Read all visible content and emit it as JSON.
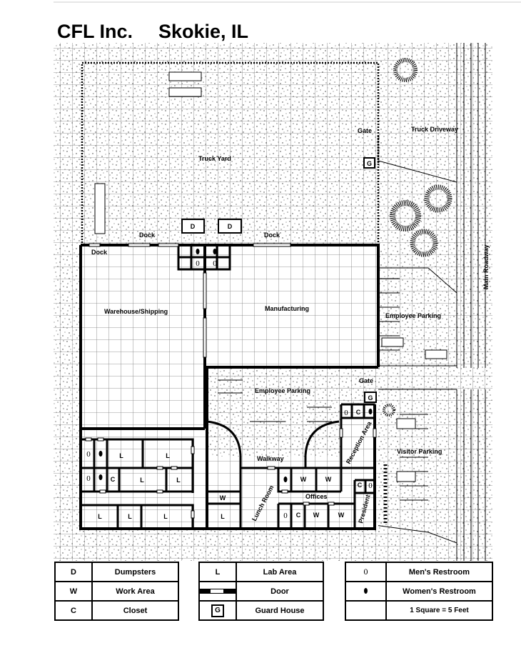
{
  "title": {
    "company": "CFL Inc.",
    "location": "Skokie, IL"
  },
  "map": {
    "truck_yard": "Truck Yard",
    "truck_driveway": "Truck Driveway",
    "gate": "Gate",
    "dock": "Dock",
    "warehouse": "Warehouse/Shipping",
    "manufacturing": "Manufacturing",
    "employee_parking": "Employee Parking",
    "main_roadway": "Main Roadway",
    "visitor_parking": "Visitor Parking",
    "walkway": "Walkway",
    "lunch_room": "Lunch Room",
    "offices": "Offices",
    "reception": "Reception Area",
    "president": "President"
  },
  "symbols": {
    "dumpster": "D",
    "work": "W",
    "closet": "C",
    "lab": "L",
    "guard": "G",
    "men": "0"
  },
  "legend": {
    "dumpsters": "Dumpsters",
    "work_area": "Work Area",
    "closet": "Closet",
    "lab_area": "Lab Area",
    "door": "Door",
    "guard_house": "Guard House",
    "mens_restroom": "Men's Restroom",
    "womens_restroom": "Women's Restroom",
    "scale": "1 Square = 5 Feet"
  }
}
